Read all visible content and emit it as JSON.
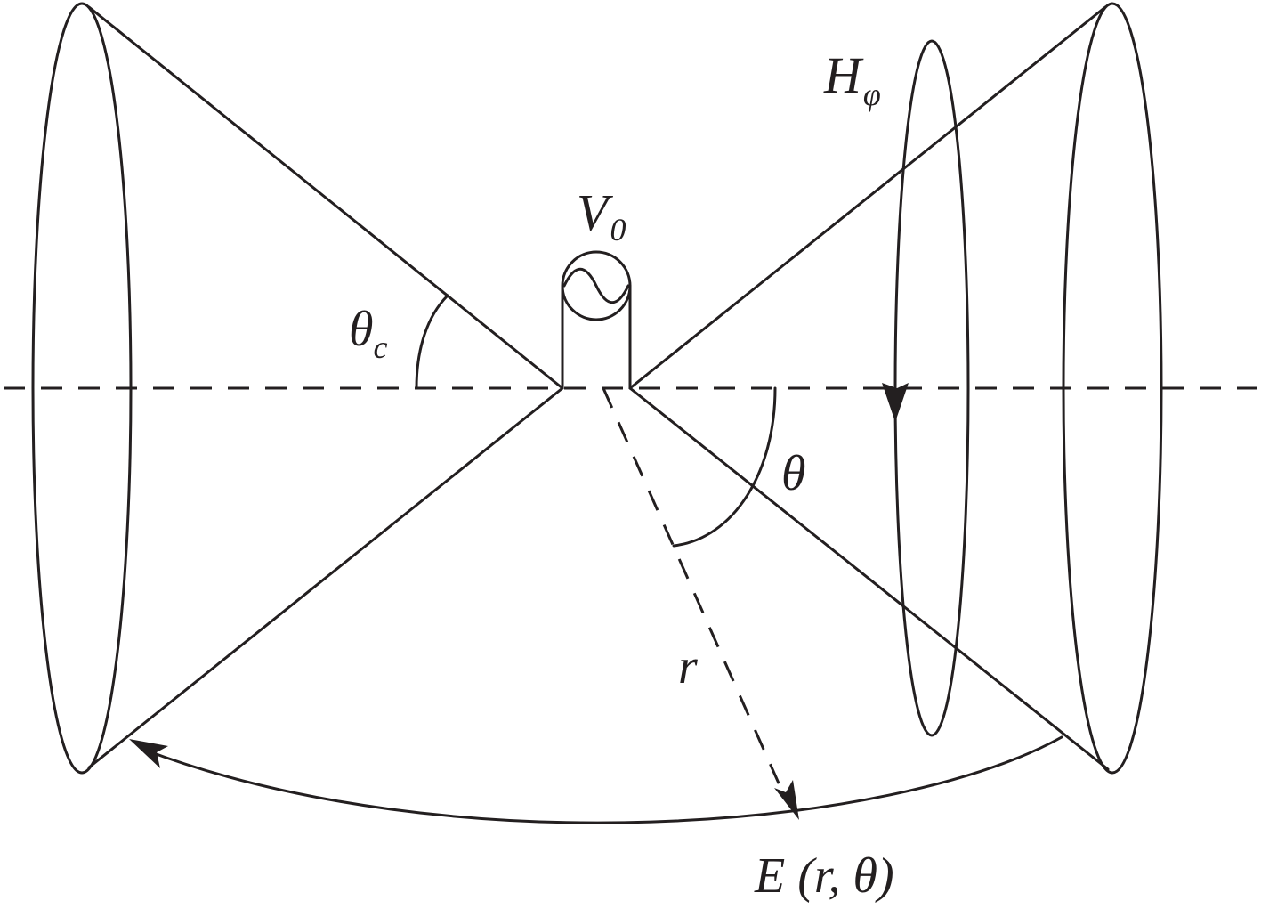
{
  "labels": {
    "source": {
      "main": "V",
      "sub": "0"
    },
    "cone_half_angle": {
      "main": "θ",
      "sub": "c"
    },
    "field_angle": "θ",
    "radius": "r",
    "magnetic_field": {
      "main": "H",
      "sub": "φ"
    },
    "electric_field": "E (r, θ)"
  },
  "colors": {
    "stroke": "#231f20",
    "background": "#ffffff"
  }
}
